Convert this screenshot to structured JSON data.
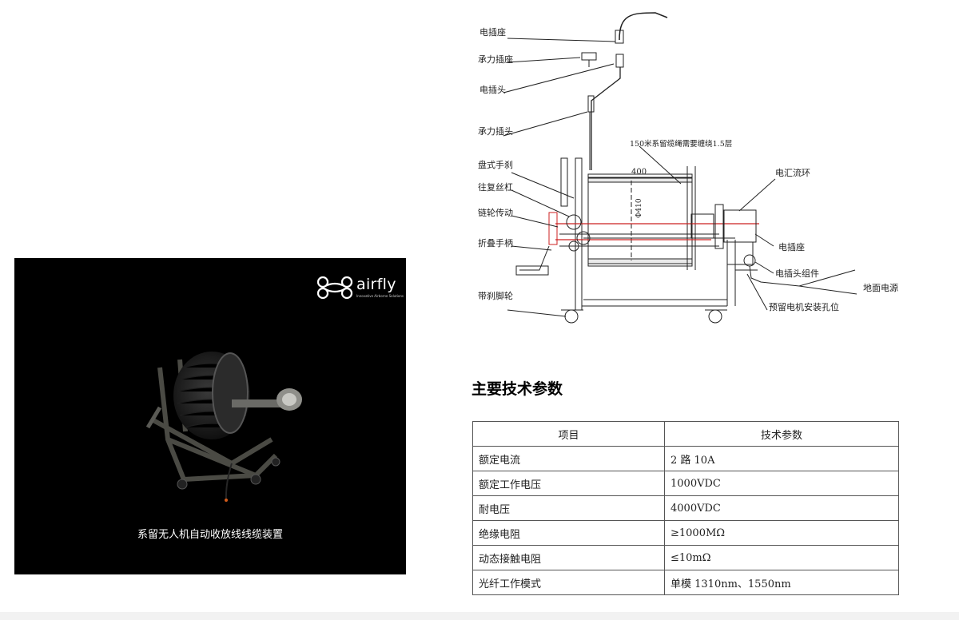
{
  "video": {
    "brand": "airfly",
    "tagline": "Innovative Airborne Solutions",
    "caption": "系留无人机自动收放线线缆装置"
  },
  "drawing": {
    "labels": {
      "socket_top": "电插座",
      "load_socket": "承力插座",
      "plug_top": "电插头",
      "load_plug": "承力插头",
      "disc_brake": "盘式手刹",
      "lead_screw": "往复丝杠",
      "chain_drive": "链轮传动",
      "folding_handle": "折叠手柄",
      "brake_caster": "带刹脚轮",
      "cable_note": "150米系留缆绳需要缠绕1.5层",
      "width_dim": "400",
      "diameter_dim": "Φ410",
      "slip_ring": "电汇流环",
      "socket_right": "电插座",
      "plug_assembly": "电插头组件",
      "ground_power": "地面电源",
      "motor_holes": "预留电机安装孔位"
    }
  },
  "specs": {
    "title": "主要技术参数",
    "headers": [
      "项目",
      "技术参数"
    ],
    "rows": [
      {
        "item": "额定电流",
        "value": "2 路 10A"
      },
      {
        "item": "额定工作电压",
        "value": "1000VDC"
      },
      {
        "item": "耐电压",
        "value": "4000VDC"
      },
      {
        "item": "绝缘电阻",
        "value": "≥1000MΩ"
      },
      {
        "item": "动态接触电阻",
        "value": "≤10mΩ"
      },
      {
        "item": "光纤工作模式",
        "value": "单模 1310nm、1550nm"
      }
    ]
  }
}
